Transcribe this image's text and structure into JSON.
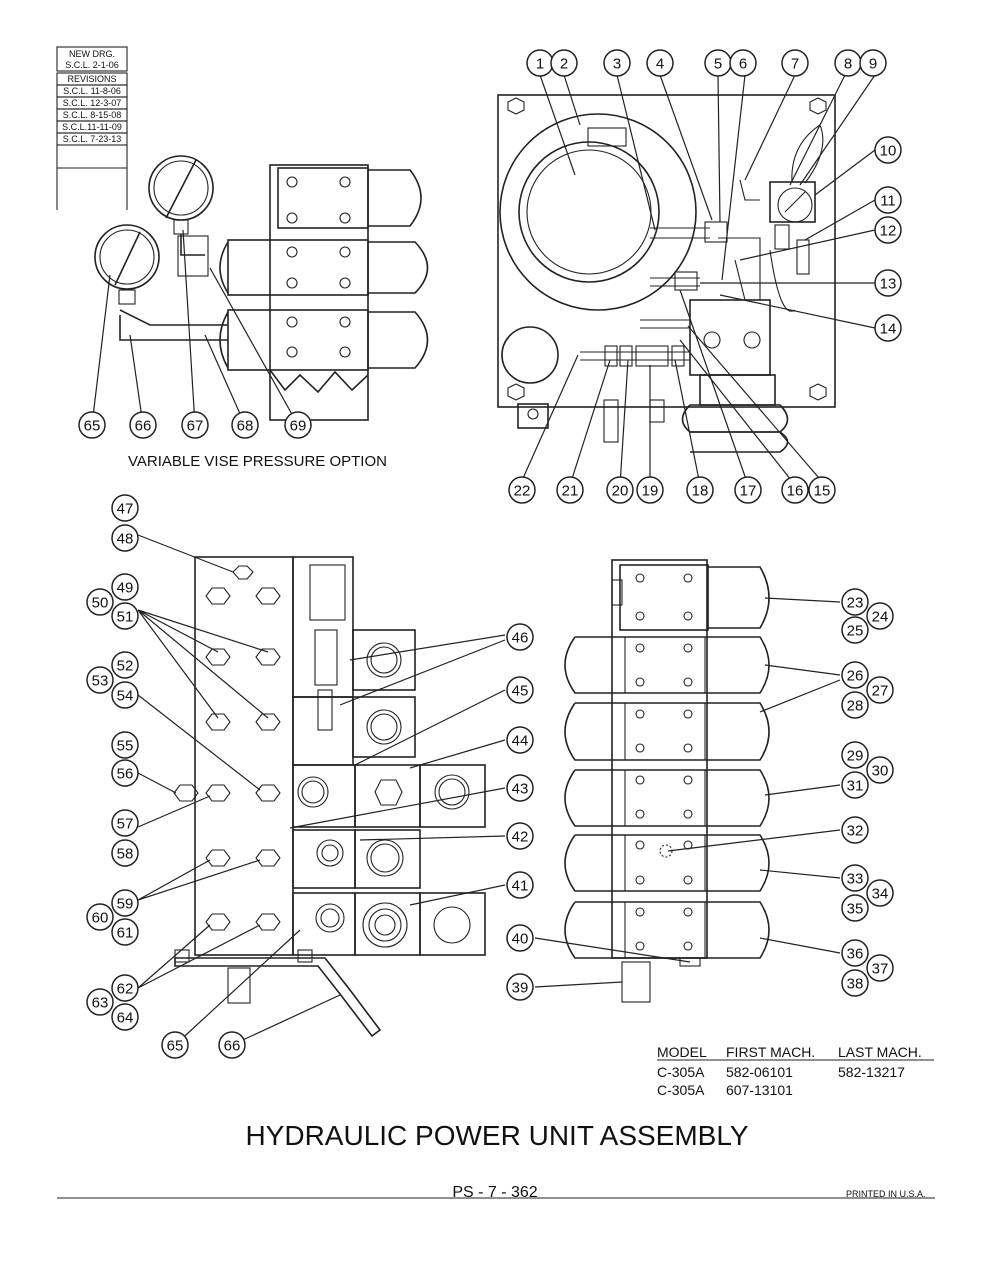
{
  "revision_block": {
    "new_drawing": [
      "NEW DRG.",
      "S.C.L. 2-1-06"
    ],
    "revisions_label": "REVISIONS",
    "revisions": [
      "S.C.L. 11-8-06",
      "S.C.L. 12-3-07",
      "S.C.L. 8-15-08",
      "S.C.L.11-11-09",
      "S.C.L. 7-23-13"
    ]
  },
  "captions": {
    "variable_vise": "VARIABLE VISE PRESSURE OPTION"
  },
  "callouts": {
    "top_row": [
      "1",
      "2",
      "3",
      "4",
      "5",
      "6",
      "7",
      "8",
      "9"
    ],
    "right_top": [
      "10",
      "11",
      "12",
      "13",
      "14"
    ],
    "bottom_row_tr": [
      "22",
      "21",
      "20",
      "19",
      "18",
      "17",
      "16",
      "15"
    ],
    "vise_option": [
      "65",
      "66",
      "67",
      "68",
      "69"
    ],
    "manifold_left": [
      "47",
      "48",
      "49",
      "50",
      "51",
      "52",
      "53",
      "54",
      "55",
      "56",
      "57",
      "58",
      "59",
      "60",
      "61",
      "62",
      "63",
      "64",
      "65",
      "66"
    ],
    "manifold_right": [
      "46",
      "45",
      "44",
      "43",
      "42",
      "41"
    ],
    "valve_stack": [
      "23",
      "24",
      "25",
      "26",
      "27",
      "28",
      "29",
      "30",
      "31",
      "32",
      "33",
      "34",
      "35",
      "36",
      "37",
      "38",
      "40",
      "39"
    ]
  },
  "model_table": {
    "headers": [
      "MODEL",
      "FIRST MACH.",
      "LAST MACH."
    ],
    "rows": [
      [
        "C-305A",
        "582-06101",
        "582-13217"
      ],
      [
        "C-305A",
        "607-13101",
        ""
      ]
    ]
  },
  "title": "HYDRAULIC POWER UNIT ASSEMBLY",
  "page_number": "PS - 7 - 362",
  "printed": "PRINTED IN U.S.A."
}
